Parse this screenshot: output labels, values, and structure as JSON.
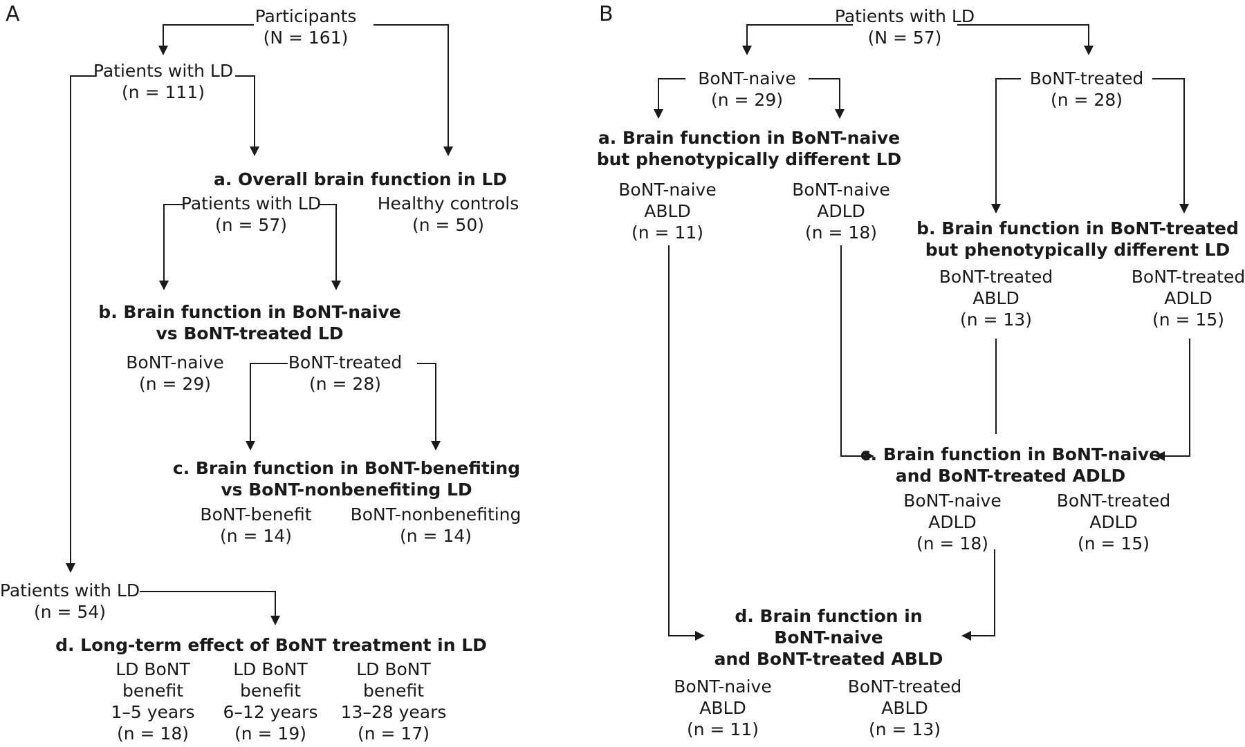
{
  "panels": {
    "a": "A",
    "b": "B"
  },
  "A": {
    "participants": [
      "Participants",
      "(N = 161)"
    ],
    "patients_ld_111": [
      "Patients with LD",
      "(n = 111)"
    ],
    "heading_a": [
      "a. Overall brain function in LD"
    ],
    "patients_ld_57": [
      "Patients with LD",
      "(n = 57)"
    ],
    "healthy_controls": [
      "Healthy controls",
      "(n = 50)"
    ],
    "heading_b": [
      "b. Brain function in BoNT-naive",
      "vs BoNT-treated LD"
    ],
    "bont_naive": [
      "BoNT-naive",
      "(n = 29)"
    ],
    "bont_treated": [
      "BoNT-treated",
      "(n = 28)"
    ],
    "heading_c": [
      "c. Brain function in BoNT-benefiting",
      "vs BoNT-nonbenefiting LD"
    ],
    "bont_benefit": [
      "BoNT-benefit",
      "(n = 14)"
    ],
    "bont_nonbenefiting": [
      "BoNT-nonbenefiting",
      "(n = 14)"
    ],
    "patients_ld_54": [
      "Patients with LD",
      "(n = 54)"
    ],
    "heading_d": [
      "d. Long-term effect of BoNT treatment in LD"
    ],
    "benefit_1_5": [
      "LD BoNT",
      "benefit",
      "1–5 years",
      "(n = 18)"
    ],
    "benefit_6_12": [
      "LD BoNT",
      "benefit",
      "6–12 years",
      "(n = 19)"
    ],
    "benefit_13_28": [
      "LD BoNT",
      "benefit",
      "13–28 years",
      "(n = 17)"
    ]
  },
  "B": {
    "patients_ld_57": [
      "Patients with LD",
      "(N = 57)"
    ],
    "bont_naive": [
      "BoNT-naive",
      "(n = 29)"
    ],
    "bont_treated": [
      "BoNT-treated",
      "(n = 28)"
    ],
    "heading_a": [
      "a. Brain function in BoNT-naive",
      "but phenotypically different LD"
    ],
    "naive_abld": [
      "BoNT-naive",
      "ABLD",
      "(n = 11)"
    ],
    "naive_adld": [
      "BoNT-naive",
      "ADLD",
      "(n = 18)"
    ],
    "heading_b": [
      "b. Brain function in BoNT-treated",
      "but phenotypically different LD"
    ],
    "treated_abld": [
      "BoNT-treated",
      "ABLD",
      "(n = 13)"
    ],
    "treated_adld": [
      "BoNT-treated",
      "ADLD",
      "(n = 15)"
    ],
    "heading_c": [
      "c. Brain function in BoNT-naive",
      "and BoNT-treated ADLD"
    ],
    "c_naive_adld": [
      "BoNT-naive",
      "ADLD",
      "(n = 18)"
    ],
    "c_treated_adld": [
      "BoNT-treated",
      "ADLD",
      "(n = 15)"
    ],
    "heading_d": [
      "d. Brain function in",
      "BoNT-naive",
      "and BoNT-treated ABLD"
    ],
    "d_naive_abld": [
      "BoNT-naive",
      "ABLD",
      "(n = 11)"
    ],
    "d_treated_abld": [
      "BoNT-treated",
      "ABLD",
      "(n = 13)"
    ]
  }
}
